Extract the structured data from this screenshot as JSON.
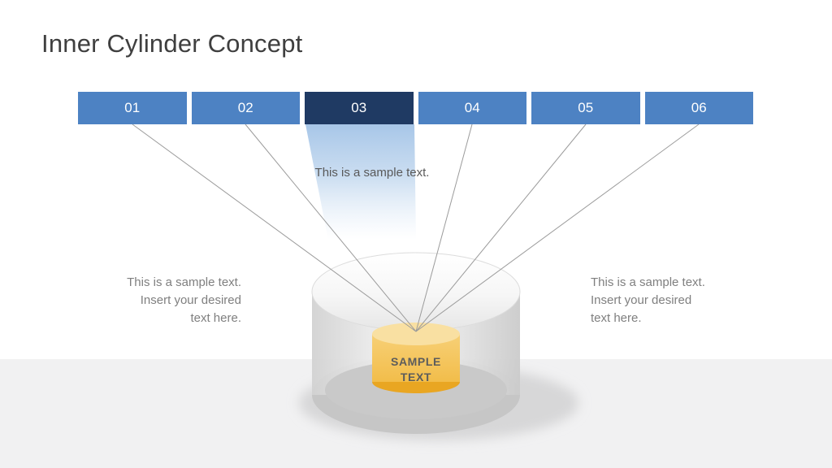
{
  "slide": {
    "title": "Inner Cylinder Concept"
  },
  "steps": [
    {
      "label": "01",
      "active": false
    },
    {
      "label": "02",
      "active": false
    },
    {
      "label": "03",
      "active": true
    },
    {
      "label": "04",
      "active": false
    },
    {
      "label": "05",
      "active": false
    },
    {
      "label": "06",
      "active": false
    }
  ],
  "beam_callout": "This is a sample text.",
  "left_note": {
    "line1": "This is a sample text.",
    "line2": "Insert your desired",
    "line3": "text here."
  },
  "right_note": {
    "line1": "This is a sample text.",
    "line2": "Insert your desired",
    "line3": "text here."
  },
  "inner_cylinder": {
    "line1": "SAMPLE",
    "line2": "TEXT"
  },
  "colors": {
    "step_box": "#4d82c3",
    "step_box_active": "#1f3a63",
    "beam": "#a7c6e8",
    "connector_line": "#9b9b9b",
    "outer_cylinder_body": "#d9d9d9",
    "inner_cylinder_top": "#f9e0a2",
    "inner_cylinder_body": "#f5c85e",
    "inner_cylinder_bottom": "#e9a622",
    "floor": "#f1f1f2",
    "title_text": "#3f3f3f",
    "note_text": "#7f7f7f",
    "step_label_text": "#ffffff"
  }
}
